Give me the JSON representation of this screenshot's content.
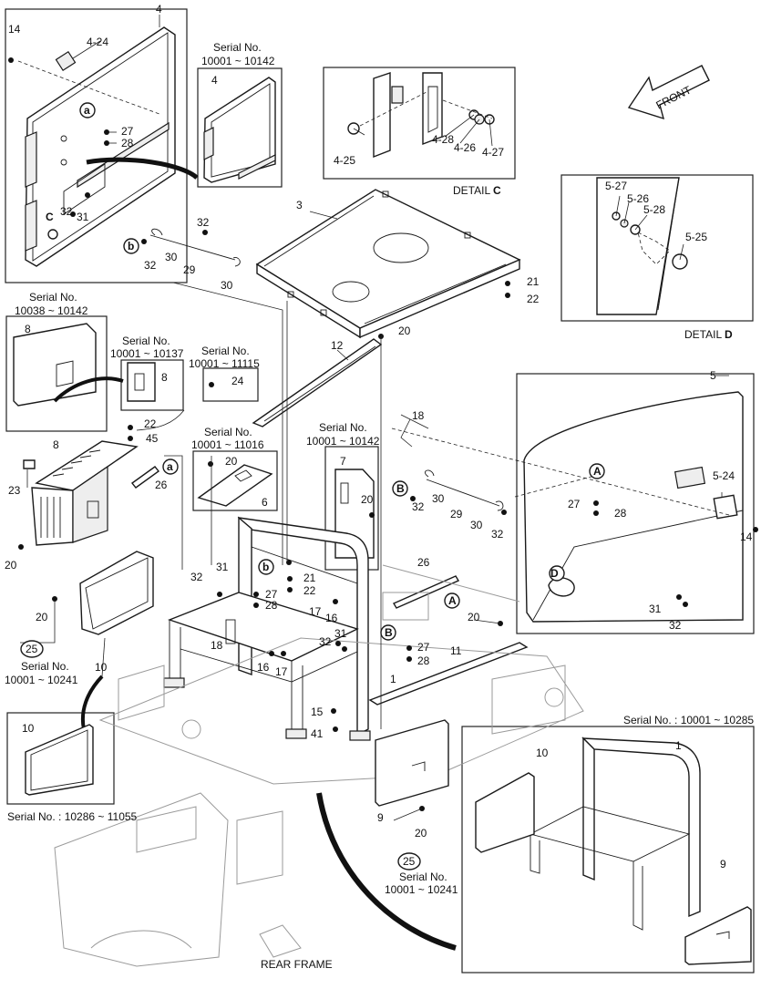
{
  "labels": {
    "l4_top": "4",
    "l14_top": "14",
    "l4_24": "4-24",
    "l27_a": "27",
    "l28_a": "28",
    "lC": "C",
    "l32_a": "32",
    "l31_a": "31",
    "serial_10001_10142_a": "10001 ~ 10142",
    "l4_detail": "4",
    "l4_25": "4-25",
    "l4_28": "4-28",
    "l4_26": "4-26",
    "l4_27": "4-27",
    "front": "FRONT",
    "l3": "3",
    "l32_b": "32",
    "l30_b": "30",
    "l32_c": "32",
    "l29_b": "29",
    "l30_c": "30",
    "l21_a": "21",
    "l22_a": "22",
    "l5_27": "5-27",
    "l5_26": "5-26",
    "l5_28": "5-28",
    "l5_25": "5-25",
    "serial_10038_10142": "10038 ~ 10142",
    "l8_a": "8",
    "serial_10001_10137": "10001 ~ 10137",
    "l8_b": "8",
    "serial_10001_11115": "10001 ~ 11115",
    "l24": "24",
    "l20_a": "20",
    "l12": "12",
    "l5": "5",
    "l22_b": "22",
    "l45": "45",
    "serial_10001_11016": "10001 ~ 11016",
    "l20_b": "20",
    "l6": "6",
    "serial_10001_10142_b": "10001 ~ 10142",
    "l7": "7",
    "l20_c": "20",
    "l18_a": "18",
    "l30_d": "30",
    "l32_d": "32",
    "l29_d": "29",
    "l30_e": "30",
    "l32_e": "32",
    "l27_d": "27",
    "l28_d": "28",
    "l5_24": "5-24",
    "l14_right": "14",
    "l8_c": "8",
    "l23": "23",
    "l26_a": "26",
    "l20_d": "20",
    "l32_f": "32",
    "l31_f": "31",
    "l27_f": "27",
    "l28_f": "28",
    "l21_f": "21",
    "l22_f": "22",
    "l17_a": "17",
    "l16_a": "16",
    "l26_b": "26",
    "l20_e": "20",
    "l31_g": "31",
    "l32_g": "32",
    "l25_a": "25",
    "serial_10001_10241_a": "10001 ~ 10241",
    "l10_a": "10",
    "l18_b": "18",
    "l16_b": "16",
    "l17_b": "17",
    "l32_h": "32",
    "l31_h": "31",
    "l27_h": "27",
    "l28_h": "28",
    "l11": "11",
    "l1_a": "1",
    "l15": "15",
    "l41": "41",
    "l10_b": "10",
    "l9_a": "9",
    "l20_f": "20",
    "l25_b": "25",
    "serial_10001_10241_b": "10001 ~ 10241",
    "l10_c": "10",
    "l1_b": "1",
    "l9_b": "9",
    "serial_no": "Serial No.",
    "detail_word": "DETAIL",
    "detail_c_letter": "C",
    "detail_d_letter": "D",
    "callout_a": "a",
    "callout_b": "b",
    "callout_A": "A",
    "callout_B": "B",
    "callout_D": "D",
    "serial_10286_11055": "Serial No. : 10286 ~ 11055",
    "serial_10001_10285": "Serial No. : 10001 ~ 10285",
    "rear_frame": "REAR FRAME"
  },
  "colors": {
    "ink": "#111111",
    "paper": "#ffffff",
    "fill_light": "#eeeeee",
    "ghost": "#9a9a9a"
  }
}
